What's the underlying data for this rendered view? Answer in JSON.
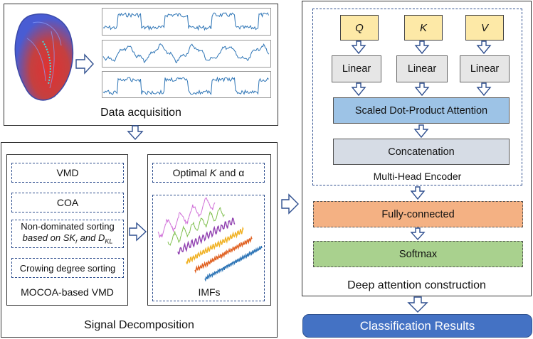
{
  "data_acquisition": {
    "caption": "Data acquisition"
  },
  "signal_decomposition": {
    "caption": "Signal Decomposition",
    "mocoa": {
      "items": [
        "VMD",
        "COA"
      ],
      "nds_line1": "Non-dominated sorting",
      "nds_line2_prefix": "based on SK",
      "nds_sub1": "r",
      "nds_and": " and D",
      "nds_sub2": "KL",
      "crowding": "Crowing degree sorting",
      "caption": "MOCOA-based VMD"
    },
    "imf": {
      "optimal_prefix": "Optimal ",
      "optimal_k": "K",
      "optimal_suffix": " and α",
      "caption": "IMFs"
    }
  },
  "deep_attention": {
    "caption": "Deep attention construction",
    "inputs": [
      "Q",
      "K",
      "V"
    ],
    "linear_label": "Linear",
    "attention_label": "Scaled Dot-Product Attention",
    "concat_label": "Concatenation",
    "encoder_caption": "Multi-Head Encoder",
    "fc_label": "Fully-connected",
    "softmax_label": "Softmax"
  },
  "result": {
    "label": "Classification Results"
  },
  "colors": {
    "qkv_fill": "#fde9a7",
    "linear_fill": "#e6e6e6",
    "attention_fill": "#9dc3e6",
    "concat_fill": "#d6dce5",
    "fc_fill": "#f4b183",
    "softmax_fill": "#a9d18e",
    "result_fill": "#4472c4",
    "signal_blue": "#2e75b6"
  }
}
